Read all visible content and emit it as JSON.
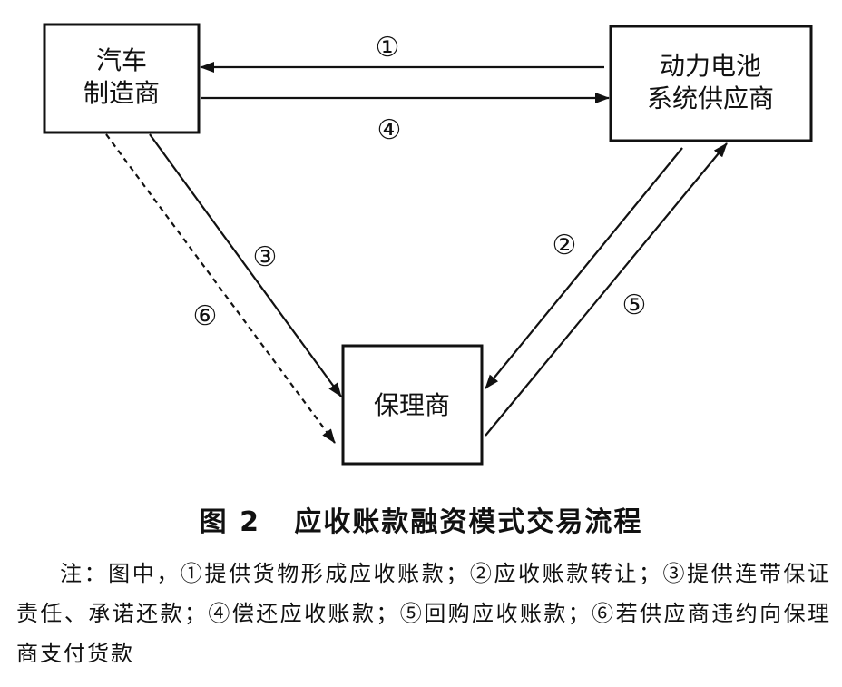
{
  "nodes": {
    "manufacturer": {
      "lines": [
        "汽车",
        "制造商"
      ]
    },
    "battery_supplier": {
      "lines": [
        "动力电池",
        "系统供应商"
      ]
    },
    "factor": {
      "lines": [
        "保理商"
      ]
    }
  },
  "edges": [
    {
      "id": "e1",
      "label": "①",
      "from": "battery_supplier",
      "to": "manufacturer",
      "style": "solid"
    },
    {
      "id": "e2",
      "label": "②",
      "from": "battery_supplier",
      "to": "factor",
      "style": "solid"
    },
    {
      "id": "e3",
      "label": "③",
      "from": "manufacturer",
      "to": "factor",
      "style": "solid"
    },
    {
      "id": "e4",
      "label": "④",
      "from": "manufacturer",
      "to": "battery_supplier",
      "style": "solid"
    },
    {
      "id": "e5",
      "label": "⑤",
      "from": "factor",
      "to": "battery_supplier",
      "style": "solid"
    },
    {
      "id": "e6",
      "label": "⑥",
      "from": "manufacturer",
      "to": "factor",
      "style": "dashed"
    }
  ],
  "figure": {
    "title": "图 2   应收账款融资模式交易流程",
    "note": "注：图中，①提供货物形成应收账款；②应收账款转让；③提供连带保证责任、承诺还款；④偿还应收账款；⑤回购应收账款；⑥若供应商违约向保理商支付货款"
  }
}
